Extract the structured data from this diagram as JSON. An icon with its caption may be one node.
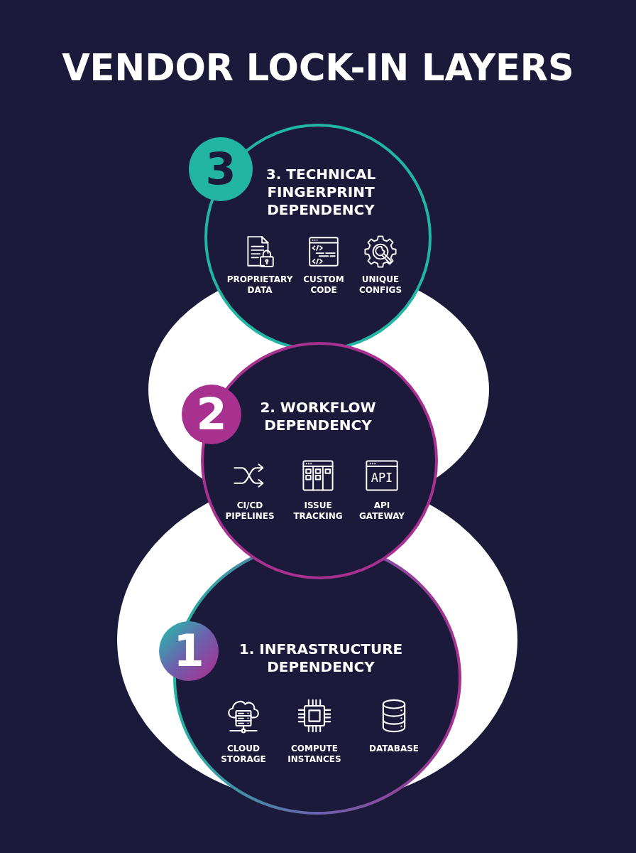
{
  "diagram": {
    "title": "VENDOR LOCK-IN LAYERS",
    "nodes": [
      {
        "text": [
          "3"
        ]
      },
      {
        "text": [
          "3. TECHNICAL FINGERPRINT DEPENDENCY",
          "PROPRIETARY DATA",
          "CUSTOM CODE",
          "UNIQUE CONFIGS"
        ]
      },
      {
        "text": [
          "2"
        ]
      },
      {
        "text": [
          "2. WORKFLOW DEPENDENCY",
          "CI/CD PIPELINES",
          "ISSUE TRACKING",
          "API GATEWAY"
        ]
      },
      {
        "text": [
          "1"
        ]
      },
      {
        "text": [
          "1. INFRASTRUCTURE DEPENDENCY",
          "CLOUD STORAGE",
          "COMPUTE INSTANCES",
          "DATABASE"
        ]
      }
    ],
    "labels": [
      "API"
    ]
  }
}
